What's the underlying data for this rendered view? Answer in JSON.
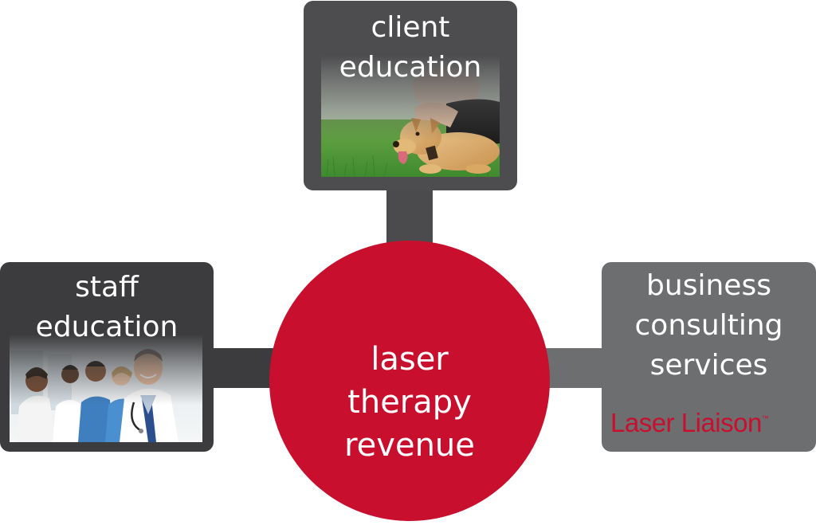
{
  "diagram": {
    "center": {
      "label": "laser\ntherapy\nrevenue",
      "color": "#c8102e"
    },
    "nodes": [
      {
        "id": "client-education",
        "label": "client\neducation",
        "color": "#4d4d4f",
        "image": "photo of a person petting a dog on grass"
      },
      {
        "id": "staff-education",
        "label": "staff\neducation",
        "color": "#3c3c3e",
        "image": "photo of a group of smiling medical staff"
      },
      {
        "id": "business-consulting",
        "label": "business\nconsulting\nservices",
        "color": "#6d6e70",
        "logo_text": "Laser Liaison",
        "logo_mark": "™",
        "logo_color": "#c8102e"
      }
    ],
    "arrow_color": "#4b4b4d"
  }
}
